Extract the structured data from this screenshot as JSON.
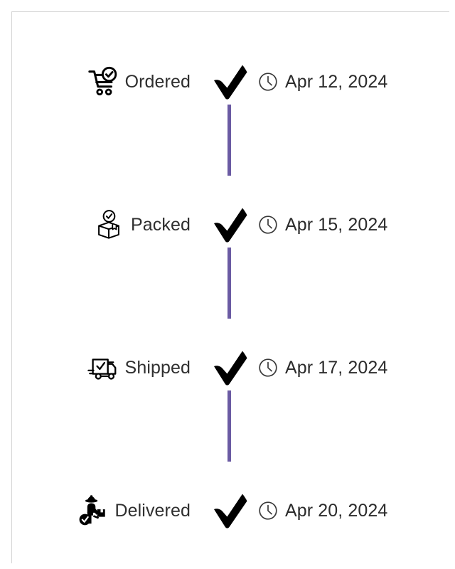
{
  "theme": {
    "background": "#ffffff",
    "border_color": "#d4d4d4",
    "connector_color": "#6b5ba3",
    "label_color": "#2f2f2f",
    "date_color": "#2b2b2b",
    "icon_color": "#000000",
    "clock_color": "#3a3a3a",
    "check_color": "#000000"
  },
  "timeline": {
    "name": "order-tracking-timeline",
    "steps": [
      {
        "id": "ordered",
        "icon": "shopping-cart-check-icon",
        "label": "Ordered",
        "status_icon": "check-mark-icon",
        "date_icon": "clock-icon",
        "date": "Apr 12, 2024",
        "completed": true
      },
      {
        "id": "packed",
        "icon": "box-check-icon",
        "label": "Packed",
        "status_icon": "check-mark-icon",
        "date_icon": "clock-icon",
        "date": "Apr 15, 2024",
        "completed": true
      },
      {
        "id": "shipped",
        "icon": "delivery-truck-check-icon",
        "label": "Shipped",
        "status_icon": "check-mark-icon",
        "date_icon": "clock-icon",
        "date": "Apr 17, 2024",
        "completed": true
      },
      {
        "id": "delivered",
        "icon": "delivery-person-check-icon",
        "label": "Delivered",
        "status_icon": "check-mark-icon",
        "date_icon": "clock-icon",
        "date": "Apr 20, 2024",
        "completed": true
      }
    ],
    "connectors": [
      {
        "from": "ordered",
        "to": "packed"
      },
      {
        "from": "packed",
        "to": "shipped"
      },
      {
        "from": "shipped",
        "to": "delivered"
      }
    ]
  }
}
